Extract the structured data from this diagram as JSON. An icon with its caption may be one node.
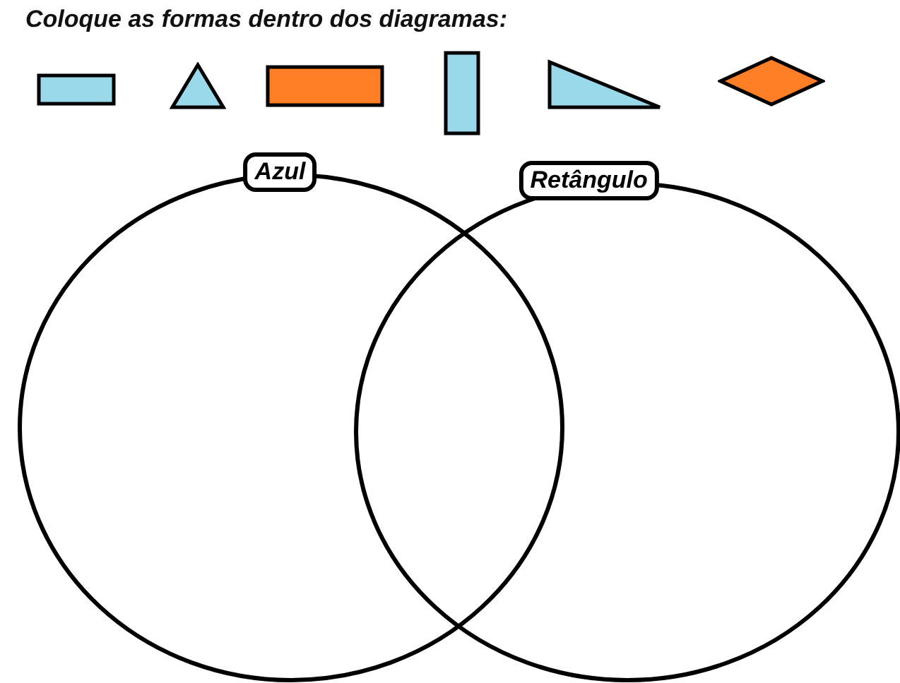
{
  "diagram": {
    "title": "Coloque as formas dentro dos diagramas:",
    "nodes": [
      {
        "text": [],
        "shape": "box"
      },
      {
        "text": [],
        "shape": "triangle"
      },
      {
        "text": [],
        "shape": "box"
      },
      {
        "text": [],
        "shape": "bar"
      },
      {
        "text": [],
        "shape": "triangle"
      },
      {
        "text": [],
        "shape": "diamond"
      },
      {
        "text": [
          "Azul"
        ]
      },
      {
        "text": [
          "Retângulo"
        ]
      }
    ]
  }
}
